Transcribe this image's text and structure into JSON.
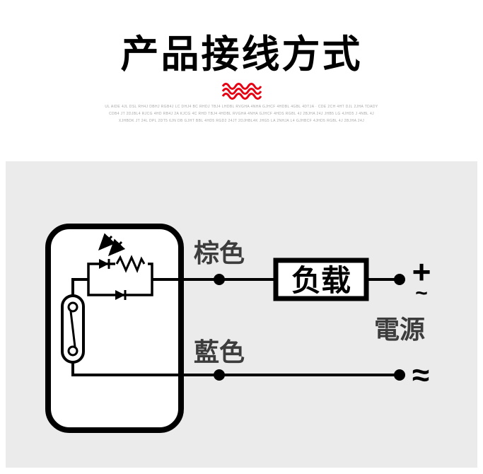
{
  "title": "产品接线方式",
  "fine_print": [
    "UL AIDE 4JL DSL RH4J DBHJ RGB4J LC DHJ4 BC RHDJ TBJ4 LHDBL RVGHA 4NHA GJHCF 4HDBL 4GBL 4DTJA · CDE 2CH 4HT DJL 2JHA TDADY",
    "CDB4 JT 2DJBL4 RJCG 4HD RB4J 2A KJCG 4C RHD TBJ4 4HDBL RVGHA 4NHA GJHCF 4HDS RGBL 4J 2BJHA 24J JHB5 LG 4JHD5 J 4NBL 4J",
    "XJHBDK JT 24L DPL 2DT5 6JN DB GJHT BBL 4HD5 RGD2 24JT 2DJHBL4K JHG5 LA 2NHJA L4 GJHBCF 4JHD5 RGBL 4J 2BJHA 24J"
  ],
  "colors": {
    "accent_red": "#e60012",
    "panel_background": "#ebebeb",
    "line_black": "#000000",
    "label_gray": "#3c3c3c"
  },
  "diagram": {
    "brown_wire_label": "棕色",
    "blue_wire_label": "藍色",
    "load_label": "负载",
    "power_label": "電源",
    "terminal_plus": "+",
    "terminal_plus_wave": "~",
    "terminal_minus_wave": "≈"
  }
}
